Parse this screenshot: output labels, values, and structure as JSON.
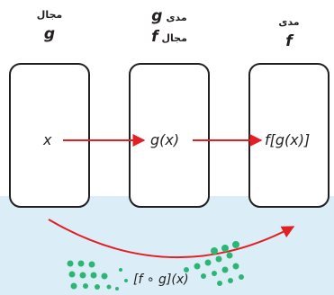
{
  "headers": {
    "g_domain": {
      "arabic": "مجال",
      "letter": "g"
    },
    "g_range": {
      "arabic": "مدى",
      "letter": "g",
      "arabic2": "مجال",
      "letter2": "f"
    },
    "f_range": {
      "arabic": "مدى",
      "letter": "f"
    }
  },
  "labels": {
    "x": "x",
    "g_of_x": "g(x)",
    "f_of_g_of_x": "f[g(x)]",
    "composite": "[f ∘ g](x)"
  },
  "colors": {
    "arrow": "#e31e24",
    "box_border": "#231f20",
    "band": "#dbeef7",
    "dots": "#2bb673"
  }
}
